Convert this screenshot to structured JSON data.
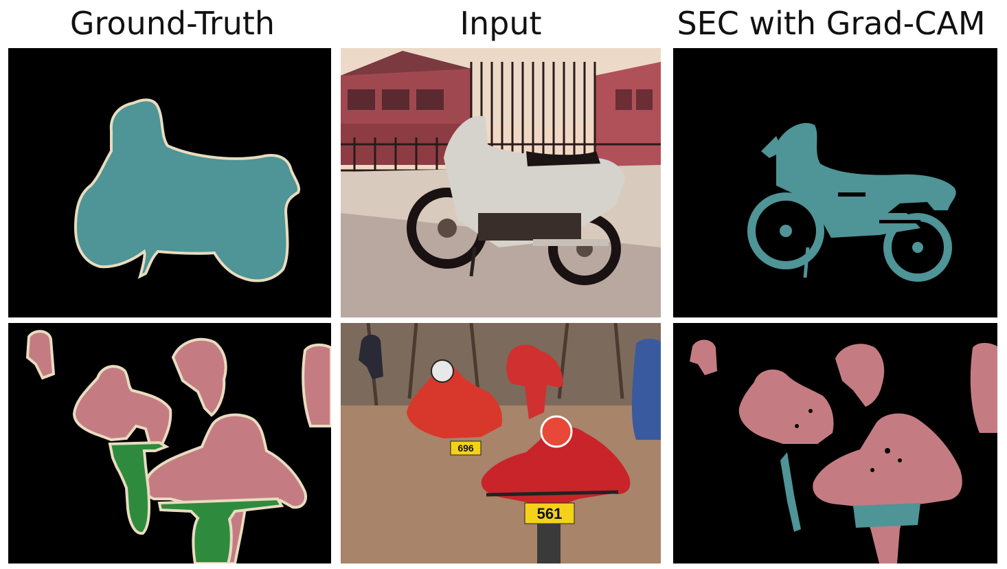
{
  "columns": {
    "ground_truth": "Ground-Truth",
    "input": "Input",
    "sec_gradcam": "SEC with Grad-CAM"
  },
  "bib_numbers": {
    "front_rider": "561",
    "rear_rider": "696"
  },
  "colors": {
    "motorbike_class": "#4f9496",
    "person_class": "#c47c82",
    "bicycle_class": "#2e8b3e",
    "boundary": "#e8dcc0",
    "background": "#000000"
  }
}
